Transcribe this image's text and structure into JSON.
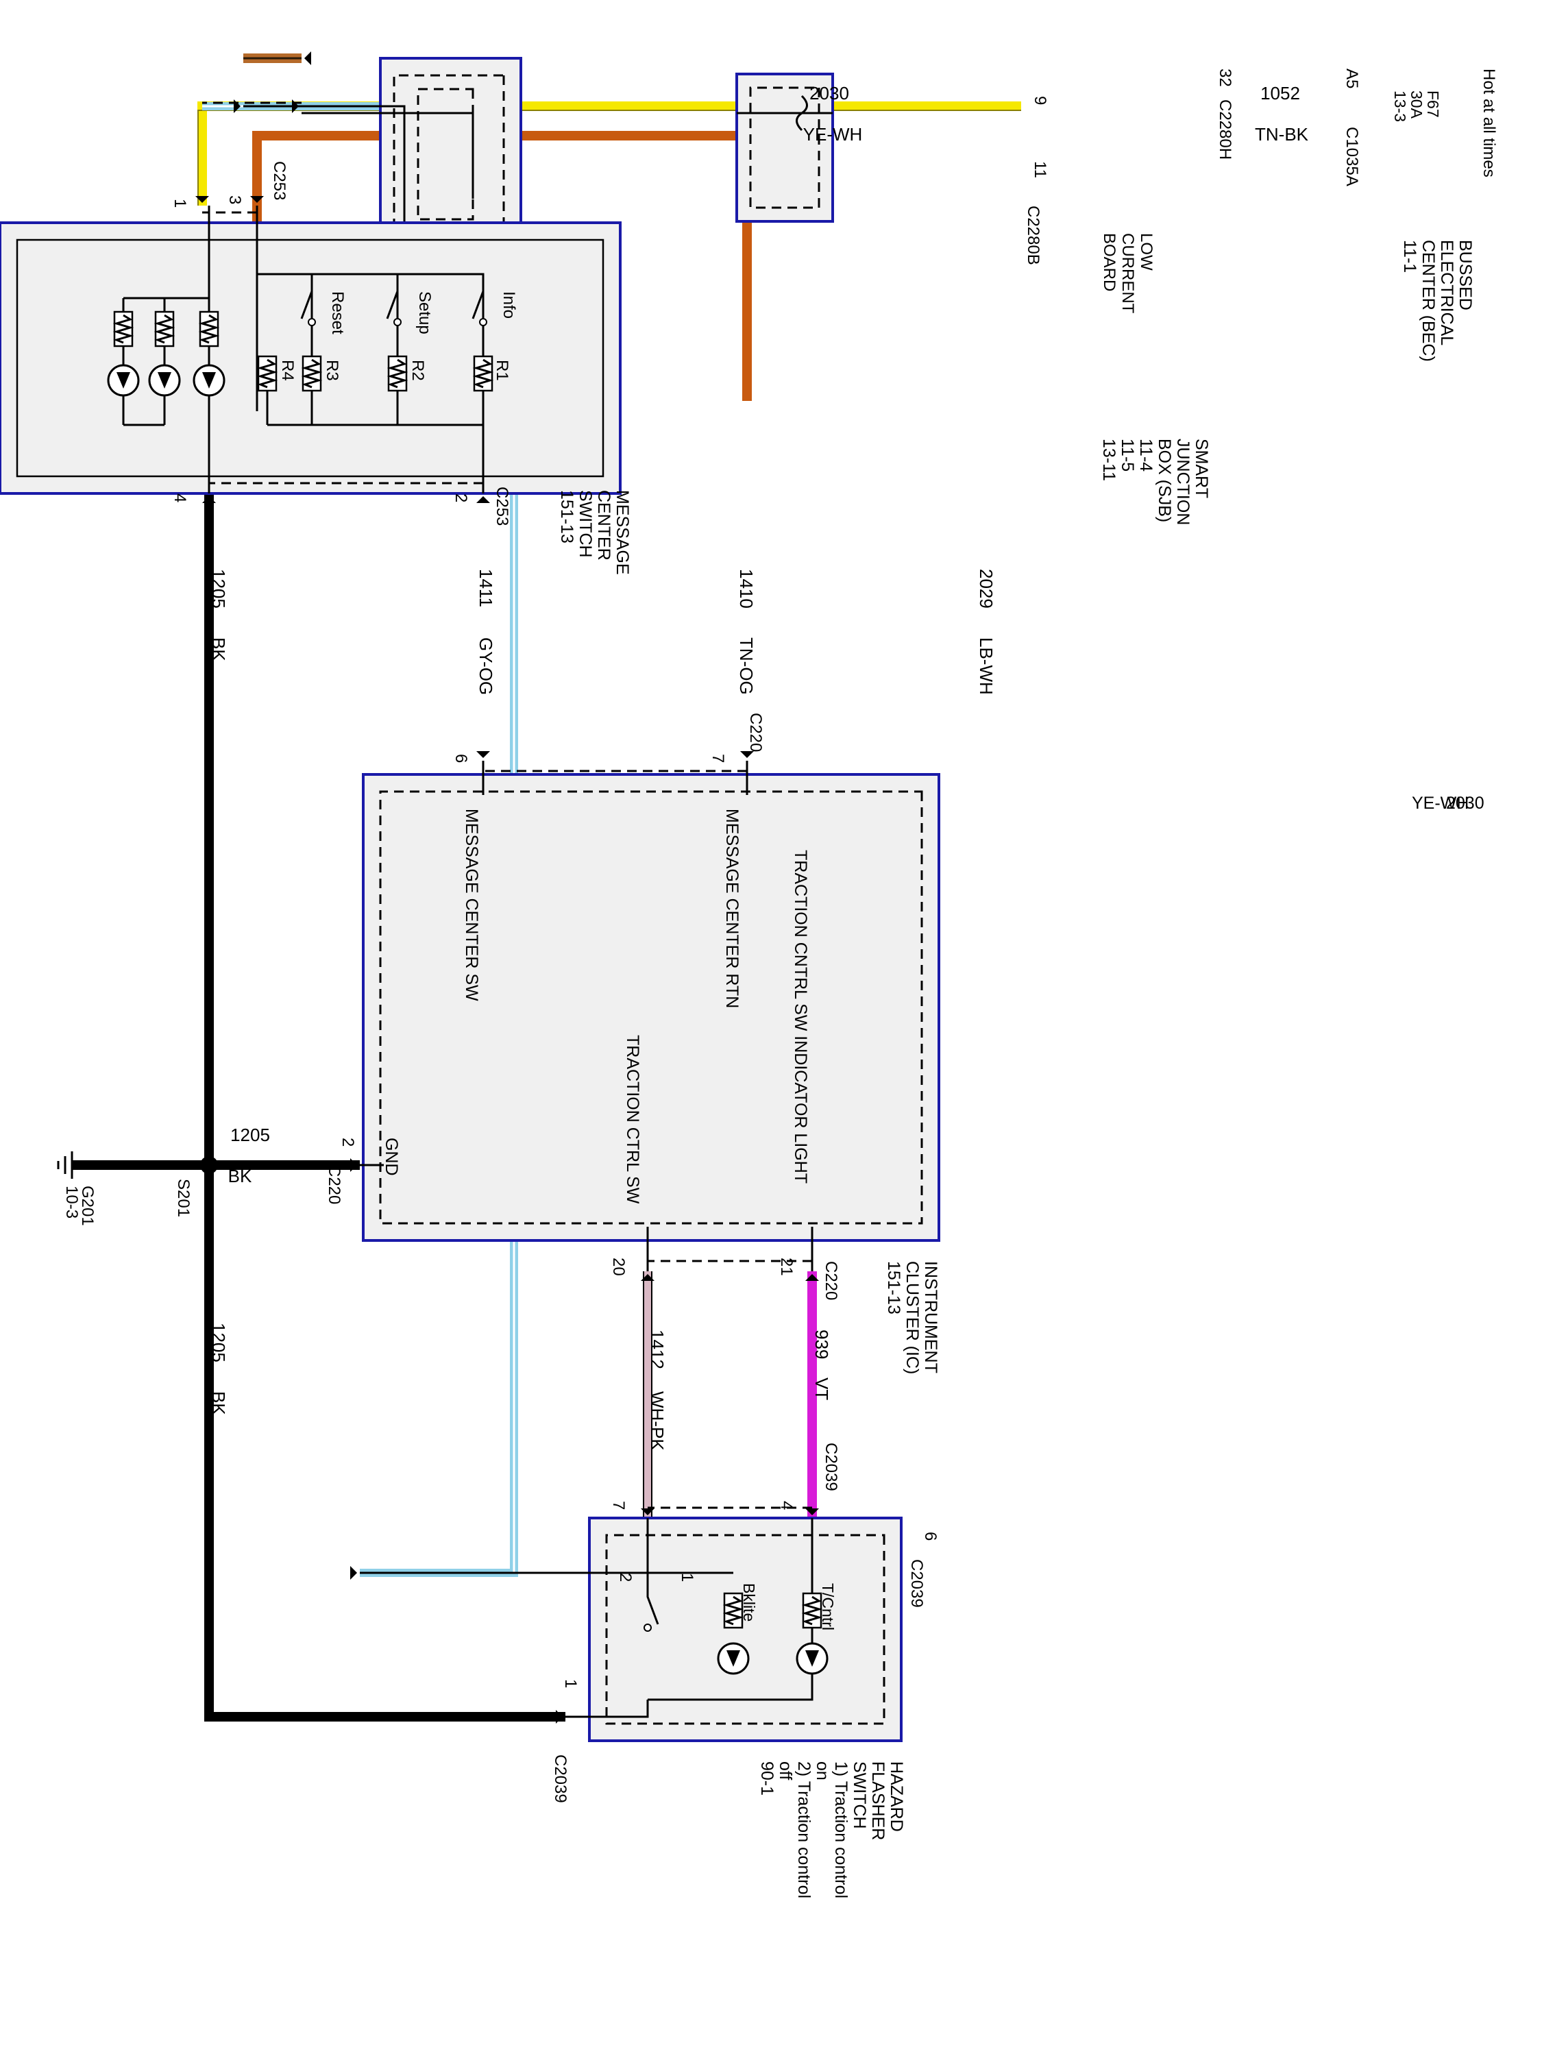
{
  "wires": {
    "w2030": {
      "num": "2030",
      "color": "YE-WH",
      "stroke": "#f5e800"
    },
    "w1052": {
      "num": "1052",
      "color": "TN-BK",
      "stroke": "#b56a2a"
    },
    "w1410": {
      "num": "1410",
      "color": "TN-OG",
      "stroke": "#c85a10"
    },
    "w1411": {
      "num": "1411",
      "color": "GY-OG",
      "stroke": "#6a2a10"
    },
    "w2029": {
      "num": "2029",
      "color": "LB-WH",
      "stroke": "#8fd0e8"
    },
    "w1205a": {
      "num": "1205",
      "color": "BK",
      "stroke": "#000000"
    },
    "w1205b": {
      "num": "1205",
      "color": "BK"
    },
    "w1205c": {
      "num": "1205",
      "color": "BK"
    },
    "w1412": {
      "num": "1412",
      "color": "WH-PK",
      "stroke": "#d9b8c4"
    },
    "w939": {
      "num": "939",
      "color": "VT",
      "stroke": "#d81cd8"
    }
  },
  "connectors": {
    "c2280h": "C2280H",
    "c2280b": "C2280B",
    "c1035a": "C1035A",
    "c253_top": "C253",
    "c253_bot": "C253",
    "c220_top": "C220",
    "c220_gnd": "C220",
    "c220_bot": "C220",
    "c2039_top": "C2039",
    "c2039_right": "C2039",
    "c2039_left": "C2039"
  },
  "pins": {
    "p9": "9",
    "p11": "11",
    "p32": "32",
    "pa5": "A5",
    "msw1": "1",
    "msw3": "3",
    "msw4": "4",
    "msw2": "2",
    "ic6": "6",
    "ic7": "7",
    "ic2": "2",
    "ic20": "20",
    "ic21": "21",
    "hz7": "7",
    "hz4": "4",
    "hz6": "6",
    "hz1": "1",
    "sw1": "1",
    "sw2": "2"
  },
  "components": {
    "bec": {
      "title": [
        "BUSSED",
        "ELECTRICAL",
        "CENTER (BEC)",
        "11-1"
      ],
      "hot": "Hot at all times",
      "fuse": [
        "F67",
        "30A",
        "13-3"
      ]
    },
    "sjb": {
      "title": [
        "SMART",
        "JUNCTION",
        "BOX (SJB)",
        "11-4",
        "11-5",
        "13-11"
      ],
      "board": [
        "LOW",
        "CURRENT",
        "BOARD"
      ]
    },
    "msg_switch": {
      "title": [
        "MESSAGE",
        "CENTER",
        "SWITCH",
        "151-13"
      ],
      "buttons": [
        "Info",
        "Setup",
        "Reset"
      ],
      "resistors": [
        "R1",
        "R2",
        "R3",
        "R4"
      ]
    },
    "ic": {
      "title": [
        "INSTRUMENT",
        "CLUSTER (IC)",
        "151-13"
      ],
      "labels": {
        "msg_sw": "MESSAGE CENTER SW",
        "msg_rtn": "MESSAGE CENTER RTN",
        "tc_light": "TRACTION CNTRL SW INDICATOR LIGHT",
        "tc_sw": "TRACTION CTRL SW",
        "gnd": "GND"
      }
    },
    "hazard": {
      "title": [
        "HAZARD",
        "FLASHER",
        "SWITCH",
        "1) Traction control",
        "on",
        "2) Traction control",
        "off",
        "90-1"
      ],
      "lamps": [
        "T/Cntrl",
        "Bklite"
      ]
    },
    "ground": {
      "splice": "S201",
      "ground": [
        "G201",
        "10-3"
      ]
    }
  }
}
